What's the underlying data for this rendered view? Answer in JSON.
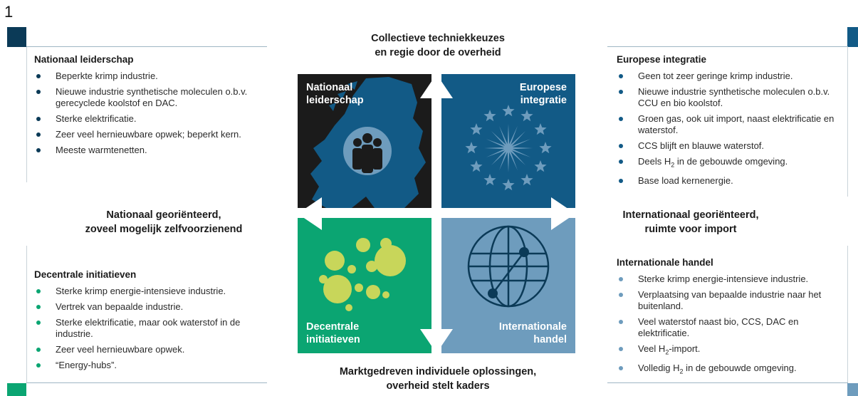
{
  "page_number": "1",
  "colors": {
    "navy": "#0b3a57",
    "blue": "#125a86",
    "green": "#0ba572",
    "lightblue": "#6e9cbd",
    "black": "#1b1b1b",
    "lime": "#c8d65a"
  },
  "axes": {
    "top": [
      "Collectieve techniekkeuzes",
      "en regie door de overheid"
    ],
    "bottom": [
      "Marktgedreven individuele oplossingen,",
      "overheid stelt kaders"
    ],
    "left": [
      "Nationaal georiënteerd,",
      "zoveel mogelijk zelfvoorzienend"
    ],
    "right": [
      "Internationaal georiënteerd,",
      "ruimte voor import"
    ]
  },
  "quadrants": {
    "tl": [
      "Nationaal",
      "leiderschap"
    ],
    "tr": [
      "Europese",
      "integratie"
    ],
    "bl": [
      "Decentrale",
      "initiatieven"
    ],
    "br": [
      "Internationale",
      "handel"
    ]
  },
  "panels": {
    "nationaal": {
      "title": "Nationaal leiderschap",
      "items": [
        "Beperkte krimp industrie.",
        "Nieuwe industrie synthetische moleculen o.b.v. gerecyclede koolstof en DAC.",
        "Sterke elektrificatie.",
        "Zeer veel hernieuwbare opwek; beperkt kern.",
        "Meeste warmtenetten."
      ]
    },
    "europese": {
      "title": "Europese integratie",
      "items": [
        "Geen tot zeer geringe krimp industrie.",
        "Nieuwe industrie synthetische moleculen o.b.v. CCU en bio koolstof.",
        "Groen gas, ook uit import, naast elektrificatie en waterstof.",
        "CCS blijft en blauwe waterstof.",
        "Deels H2 in de gebouwde omgeving.",
        "Base load kernenergie."
      ]
    },
    "decentrale": {
      "title": "Decentrale initiatieven",
      "items": [
        "Sterke krimp energie-intensieve industrie.",
        "Vertrek van bepaalde industrie.",
        "Sterke elektrificatie, maar ook waterstof in de industrie.",
        "Zeer veel hernieuwbare opwek.",
        "“Energy-hubs”."
      ]
    },
    "internationale": {
      "title": "Internationale handel",
      "items": [
        "Sterke krimp energie-intensieve industrie.",
        "Verplaatsing van bepaalde industrie naar het buitenland.",
        "Veel waterstof naast bio, CCS, DAC en elektrificatie.",
        "Veel H2-import.",
        "Volledig H2 in de gebouwde omgeving."
      ]
    }
  }
}
